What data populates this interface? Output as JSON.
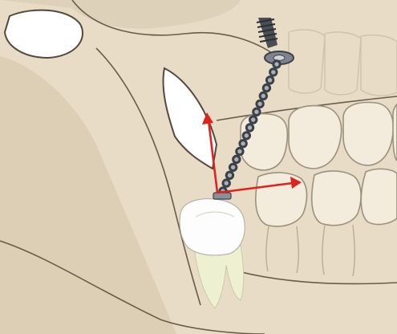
{
  "diagram": {
    "subject": "orthodontic-skeletal-anchorage",
    "elements": [
      "skull-jaw-bone",
      "upper-teeth",
      "lower-teeth",
      "impacted-molar",
      "bone-anchor-screw",
      "anchor-chain",
      "force-vector-vertical",
      "force-vector-horizontal"
    ],
    "colors": {
      "background": "#ffffff",
      "bone_fill": "#e8dcc6",
      "bone_shadow": "#d3c4a8",
      "bone_outline": "#55483c",
      "tooth_fill": "#f3ecdc",
      "tooth_outline": "#9b907e",
      "crown_fill": "#fdfdfd",
      "root_fill": "#eef0d2",
      "chain_color": "#3b4148",
      "arrow_color": "#e0221e"
    }
  }
}
